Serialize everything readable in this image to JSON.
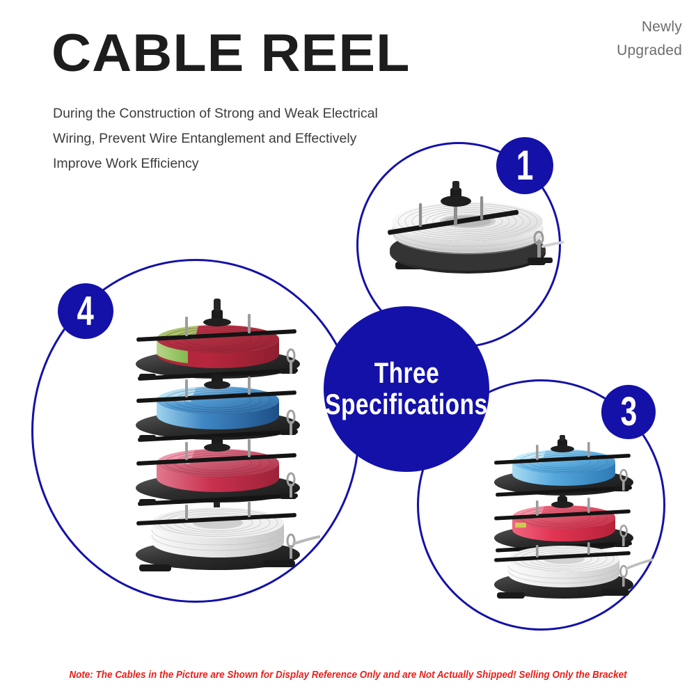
{
  "header": {
    "title": "CABLE REEL",
    "corner_tag_line1": "Newly",
    "corner_tag_line2": "Upgraded",
    "subtitle_line1": "During the Construction of Strong and Weak Electrical",
    "subtitle_line2": "Wiring, Prevent Wire Entanglement and Effectively",
    "subtitle_line3": "Improve Work Efficiency"
  },
  "center_hub": {
    "line1": "Three",
    "line2": "Specifications"
  },
  "badges": {
    "one": "1",
    "three": "3",
    "four": "4"
  },
  "products": {
    "single_tier": {
      "badge": "1",
      "tier_count": 1,
      "cable_colors": [
        "white"
      ]
    },
    "three_tier": {
      "badge": "3",
      "tier_count": 3,
      "cable_colors": [
        "blue",
        "red",
        "white"
      ]
    },
    "four_tier": {
      "badge": "4",
      "tier_count": 4,
      "cable_colors": [
        "red-green",
        "blue",
        "red",
        "white"
      ]
    }
  },
  "footer": {
    "note": "Note: The Cables in the Picture are Shown for Display Reference Only and are Not Actually Shipped! Selling Only the Bracket"
  },
  "colors": {
    "brand_blue": "#1411a8",
    "title_black": "#1d1d1d",
    "subtitle_gray": "#3c3c3c",
    "corner_tag_gray": "#6d6d6d",
    "note_red": "#e8201c",
    "background": "#ffffff"
  }
}
